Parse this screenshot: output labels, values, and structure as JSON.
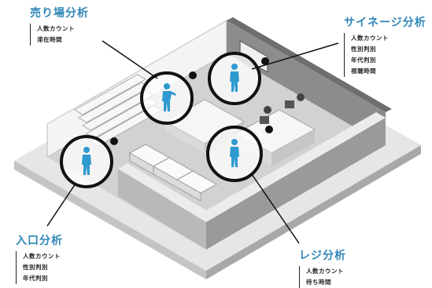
{
  "zones": {
    "sales_floor": {
      "title": "売り場分析",
      "items": [
        "人数カウント",
        "滞在時間"
      ]
    },
    "signage": {
      "title": "サイネージ分析",
      "items": [
        "人数カウント",
        "性別判別",
        "年代判別",
        "視聴時間"
      ]
    },
    "entrance": {
      "title": "入口分析",
      "items": [
        "人数カウント",
        "性別判別",
        "年代判別"
      ]
    },
    "register": {
      "title": "レジ分析",
      "items": [
        "人数カウント",
        "待ち時間"
      ]
    }
  },
  "colors": {
    "accent": "#2f86b8",
    "figure": "#2e9ad0",
    "ring": "#111111",
    "floor": "#d9d9d9",
    "wall": "#8a8a8a"
  },
  "icons": [
    "person-icon",
    "camera-icon",
    "signage-screen-icon"
  ]
}
